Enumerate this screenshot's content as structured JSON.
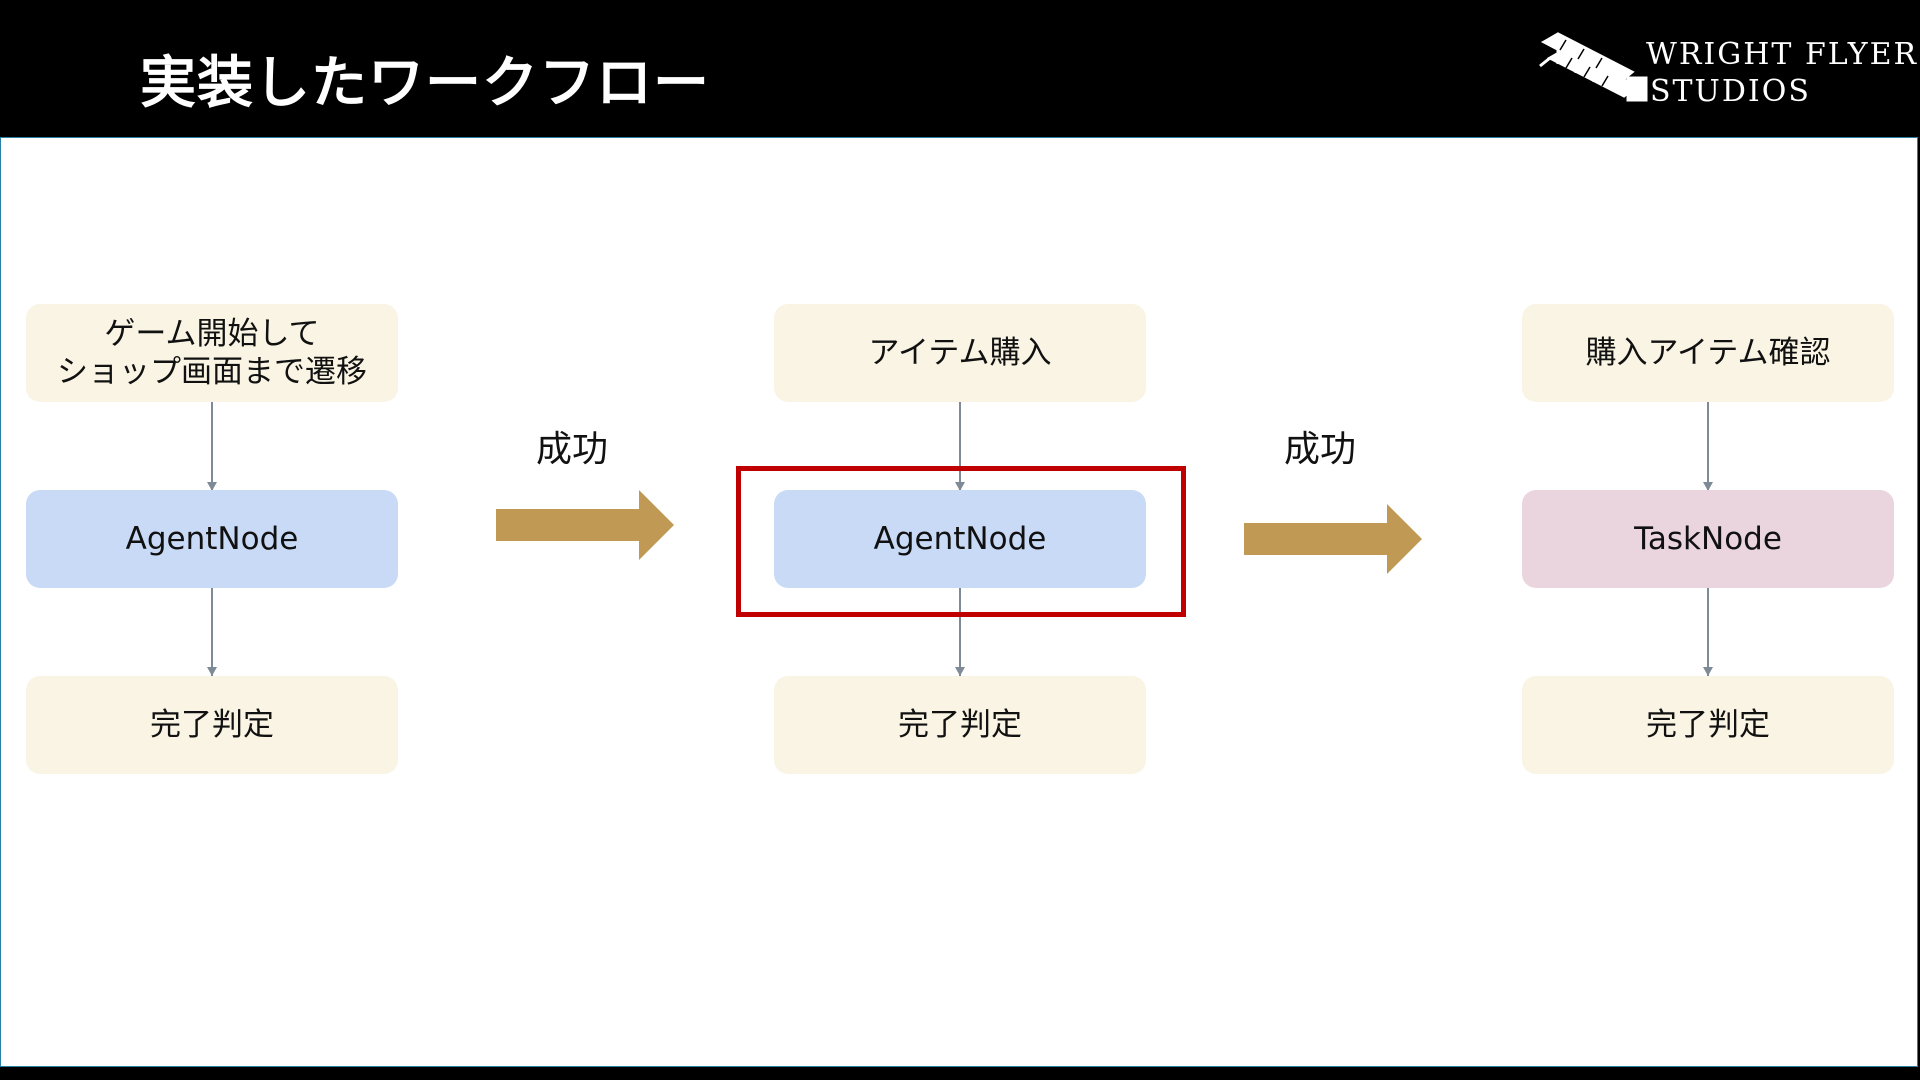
{
  "header": {
    "title": "実装したワークフロー",
    "logo": {
      "line1": "WRIGHT FLYER",
      "line2": "STUDIOS"
    }
  },
  "colors": {
    "cream": "#f9f4e4",
    "agent_blue": "#c9daf6",
    "task_pink": "#ead5de",
    "arrow_gold": "#c09a55",
    "highlight_red": "#c00000"
  },
  "columns": [
    {
      "top": "ゲーム開始して\nショップ画面まで遷移",
      "middle": "AgentNode",
      "bottom": "完了判定"
    },
    {
      "top": "アイテム購入",
      "middle": "AgentNode",
      "bottom": "完了判定"
    },
    {
      "top": "購入アイテム確認",
      "middle": "TaskNode",
      "bottom": "完了判定"
    }
  ],
  "transitions": [
    {
      "label": "成功"
    },
    {
      "label": "成功"
    }
  ]
}
